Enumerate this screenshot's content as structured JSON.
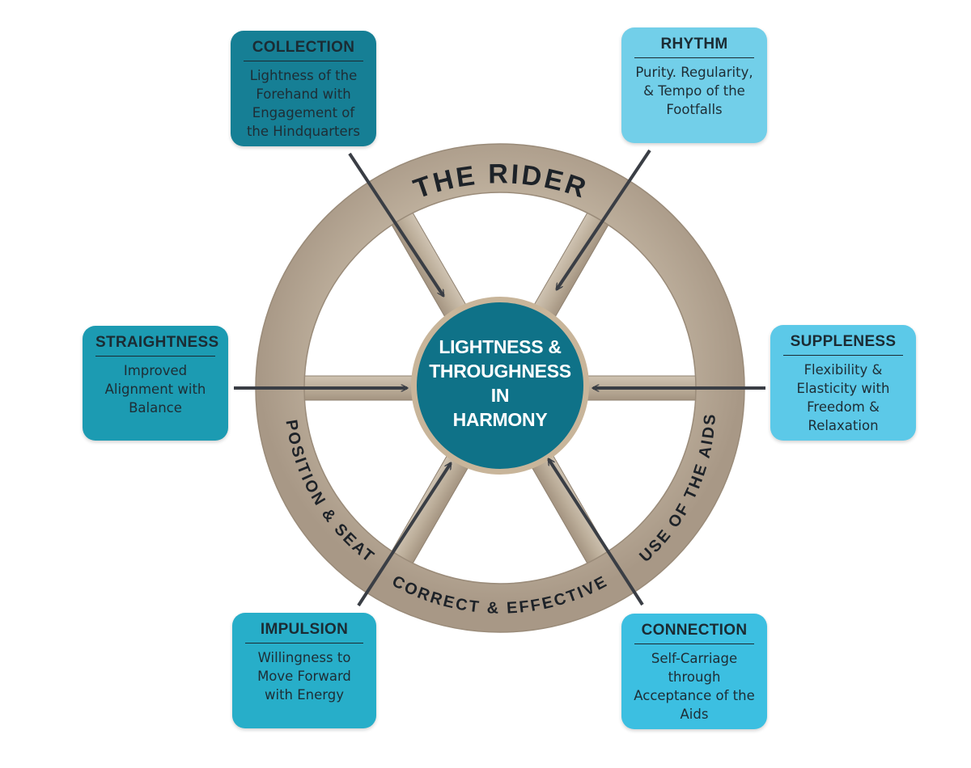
{
  "hub": {
    "lines": [
      "LIGHTNESS &",
      "THROUGHNESS",
      "IN",
      "HARMONY"
    ]
  },
  "rim": {
    "top": "THE RIDER",
    "left": "POSITION & SEAT",
    "bottom": "CORRECT & EFFECTIVE",
    "right": "USE OF THE AIDS"
  },
  "boxes": {
    "collection": {
      "title": "COLLECTION",
      "desc": [
        "Lightness of the",
        "Forehand with",
        "Engagement of",
        "the Hindquarters"
      ]
    },
    "rhythm": {
      "title": "RHYTHM",
      "desc": [
        "Purity. Regularity,",
        "& Tempo of the",
        "Footfalls"
      ]
    },
    "straightness": {
      "title": "STRAIGHTNESS",
      "desc": [
        "Improved",
        "Alignment with",
        "Balance"
      ]
    },
    "suppleness": {
      "title": "SUPPLENESS",
      "desc": [
        "Flexibility &",
        "Elasticity with",
        "Freedom &",
        "Relaxation"
      ]
    },
    "impulsion": {
      "title": "IMPULSION",
      "desc": [
        "Willingness to",
        "Move Forward",
        "with Energy"
      ]
    },
    "connection": {
      "title": "CONNECTION",
      "desc": [
        "Self-Carriage",
        "through",
        "Acceptance of the",
        "Aids"
      ]
    }
  },
  "colors": {
    "hub": "#0f7288",
    "hub_ring": "#c8b59a",
    "wood": "#b9ab98",
    "wood_dark": "#8f8170",
    "arrow": "#3a3e45"
  }
}
